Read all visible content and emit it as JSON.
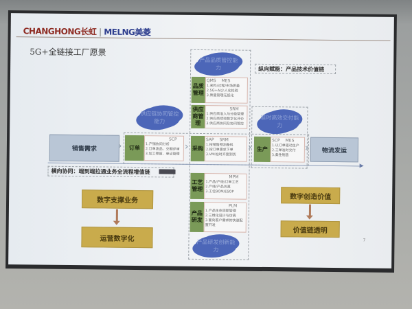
{
  "header": {
    "logo_brand1": "CHANGHONG",
    "logo_cn1": "长虹",
    "logo_sep": "|",
    "logo_brand2": "MELNG",
    "logo_cn2": "美菱",
    "title": "5G+全链接工厂愿景"
  },
  "clouds": {
    "quality": "产品品质管控能力",
    "supply": "供应链协同管控能力",
    "delivery": "准时高效交付能力",
    "rnd": "产品研发创新能力"
  },
  "vertical_label": "纵向赋能：产品技术价值链",
  "horizontal_label": "横向协同：端到端拉通业务全流程增值链",
  "blocks": {
    "quality": {
      "label": "品质管理",
      "systems": [
        "QMS",
        "MES"
      ],
      "lines": [
        "1.来料/过程/市场质量",
        "2.5G+AI少人化检验",
        "3.质量管理无纸化"
      ]
    },
    "supplier": {
      "label": "供应商管理",
      "systems": [
        "SRM"
      ],
      "lines": [
        "1.供应商准入与分级管理",
        "2.供应商绩效数字化评价",
        "3.供应商协同及协同管控"
      ]
    },
    "order": {
      "label": "订单",
      "systems": [
        "SCP"
      ],
      "lines": [
        "1.产销协同分析",
        "2.订单波品、交期评审",
        "3.加工预留、单证管理"
      ]
    },
    "purchase": {
      "label": "采购",
      "systems": [
        "SAP",
        "SRM"
      ],
      "lines": [
        "1.按销售预测备料",
        "2.按订单需求下单",
        "3.VMI准时齐套到货"
      ]
    },
    "production": {
      "label": "生产",
      "systems": [
        "SCP",
        "MES"
      ],
      "lines": [
        "1.以订单驱动生产",
        "2.工单准时交付",
        "3.柔性制造"
      ]
    },
    "process": {
      "label": "工艺管理",
      "systems": [
        "MPM"
      ],
      "lines": [
        "1.产品/产线/订单工艺",
        "2.产线/产品仿真",
        "3.工位BOM/ESOP"
      ]
    },
    "rnd": {
      "label": "产品研发",
      "systems": [
        "PLM"
      ],
      "lines": [
        "1.产品生命周期管理",
        "2.三维化设计与仿真",
        "3.面向客户需求的快速配置开发"
      ]
    }
  },
  "flow": {
    "sales": "销售需求",
    "logistics": "物流发运"
  },
  "left": {
    "top": "数字支撑业务",
    "bottom": "运营数字化"
  },
  "right": {
    "top": "数字创造价值",
    "bottom": "价值链透明"
  },
  "page_number": "7"
}
